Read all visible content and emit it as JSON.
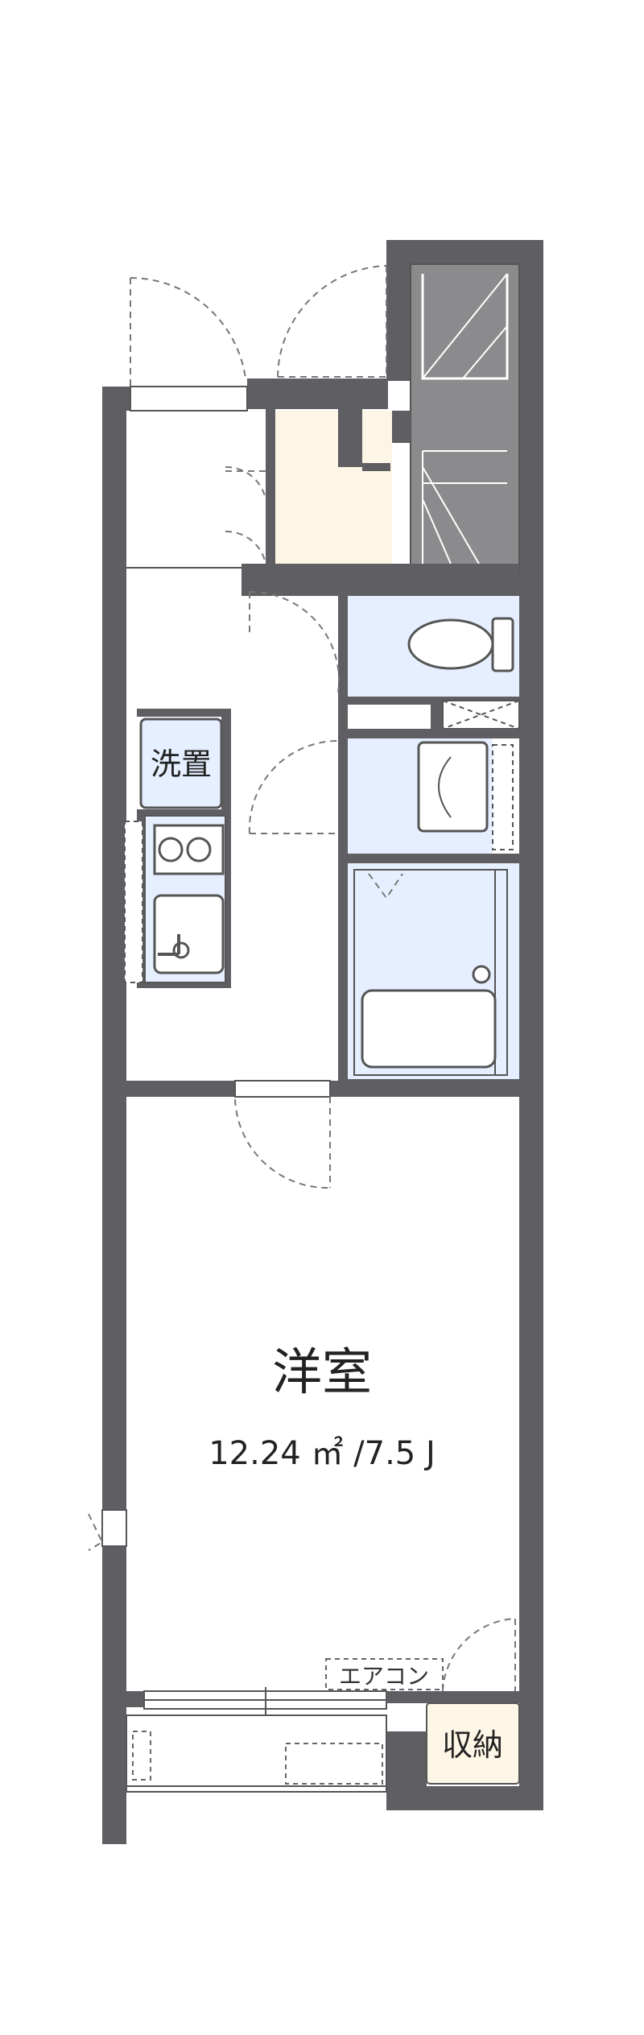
{
  "rooms": {
    "main": {
      "name": "洋室",
      "area": "12.24 ㎡ /7.5 J"
    },
    "washer": {
      "name": "洗置"
    },
    "closet": {
      "name": "収納"
    },
    "aircon": {
      "name": "エアコン"
    }
  },
  "colors": {
    "wall": "#5f5f63",
    "stairs": "#8b8b8e",
    "wet_area": "#e6efff",
    "closet": "#fdf6e6",
    "floor": "#ffffff"
  }
}
